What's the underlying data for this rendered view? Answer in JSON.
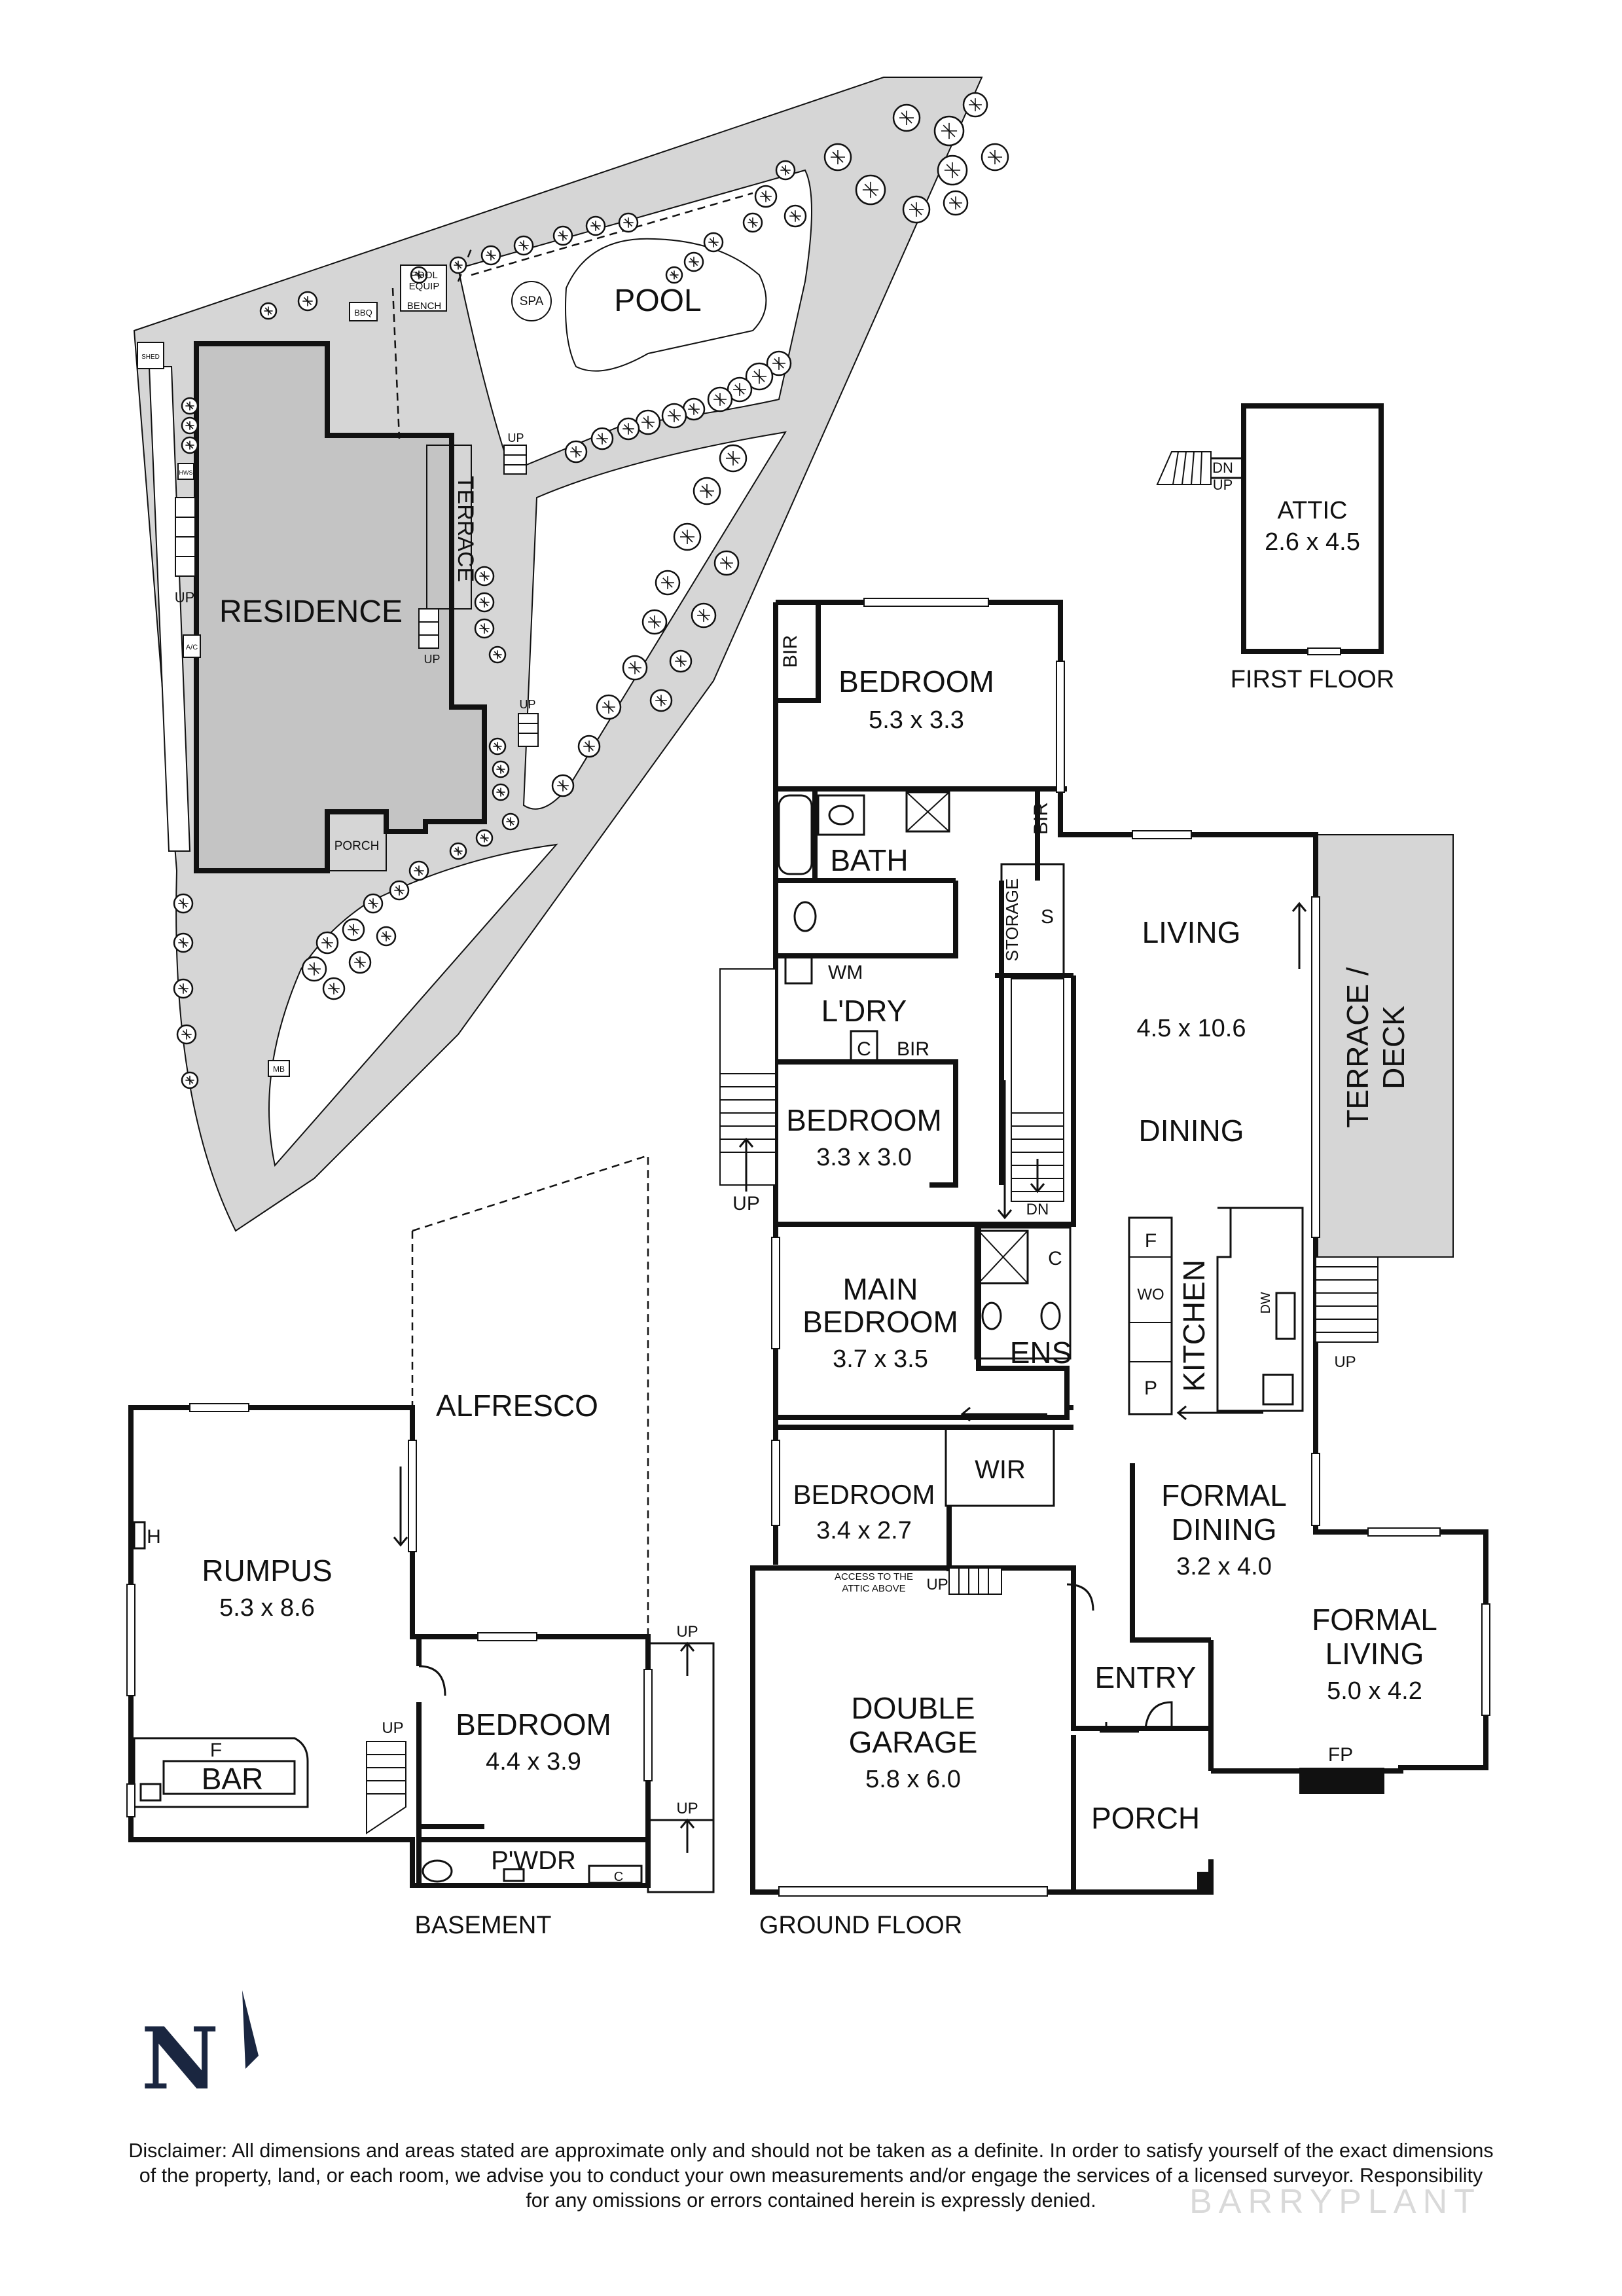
{
  "site": {
    "residence": "RESIDENCE",
    "pool": "POOL",
    "spa": "SPA",
    "terrace": "TERRACE",
    "porch": "PORCH",
    "pool_equip_1": "POOL",
    "pool_equip_2": "EQUIP",
    "bench": "BENCH",
    "bbq": "BBQ",
    "shed": "SHED",
    "ac": "A/C",
    "mb": "MB",
    "hws": "HWS",
    "up_labels": [
      "UP",
      "UP",
      "UP",
      "UP"
    ]
  },
  "first_floor": {
    "level": "FIRST FLOOR",
    "attic_name": "ATTIC",
    "attic_dims": "2.6 x 4.5",
    "dn": "DN",
    "up": "UP"
  },
  "ground_floor": {
    "level": "GROUND FLOOR",
    "bedroom1": {
      "name": "BEDROOM",
      "dims": "5.3 x 3.3"
    },
    "bir_a": "BIR",
    "bir_b": "BIR",
    "bath": "BATH",
    "storage": "STORAGE",
    "s": "S",
    "wm": "WM",
    "laundry": "L'DRY",
    "c_laundry": "C",
    "bir_laundry": "BIR",
    "bedroom2": {
      "name": "BEDROOM",
      "dims": "3.3 x 3.0"
    },
    "stair_up": "UP",
    "stair_dn": "DN",
    "living": "LIVING",
    "living_dims": "4.5 x 10.6",
    "dining": "DINING",
    "terrace_deck_1": "TERRACE /",
    "terrace_deck_2": "DECK",
    "main_bedroom_1": "MAIN",
    "main_bedroom_2": "BEDROOM",
    "main_bedroom_dims": "3.7 x 3.5",
    "c_ens": "C",
    "ens": "ENS",
    "kitchen": "KITCHEN",
    "kitchen_f": "F",
    "kitchen_wo": "WO",
    "kitchen_p": "P",
    "kitchen_dw": "DW",
    "deck_up": "UP",
    "wir": "WIR",
    "bedroom3": {
      "name": "BEDROOM",
      "dims": "3.4 x 2.7"
    },
    "formal_dining_1": "FORMAL",
    "formal_dining_2": "DINING",
    "formal_dining_dims": "3.2 x 4.0",
    "formal_living_1": "FORMAL",
    "formal_living_2": "LIVING",
    "formal_living_dims": "5.0 x 4.2",
    "fp": "FP",
    "attic_access_1": "ACCESS TO THE",
    "attic_access_2": "ATTIC ABOVE",
    "attic_up": "UP",
    "garage_1": "DOUBLE",
    "garage_2": "GARAGE",
    "garage_dims": "5.8 x 6.0",
    "entry": "ENTRY",
    "porch": "PORCH"
  },
  "basement": {
    "level": "BASEMENT",
    "alfresco": "ALFRESCO",
    "rumpus": "RUMPUS",
    "rumpus_dims": "5.3 x 8.6",
    "h": "H",
    "f": "F",
    "bar": "BAR",
    "bedroom": {
      "name": "BEDROOM",
      "dims": "4.4 x 3.9"
    },
    "powder": "P'WDR",
    "c": "C",
    "up_stair": "UP",
    "up_ext_1": "UP",
    "up_ext_2": "UP"
  },
  "north": "N",
  "disclaimer": {
    "line1": "Disclaimer: All dimensions and areas stated are approximate only and should not be taken as a definite. In order to satisfy yourself of the exact dimensions",
    "line2": "of the property, land, or each room, we advise you to conduct your own measurements and/or engage the services of a licensed surveyor. Responsibility",
    "line3": "for any omissions or errors contained herein is expressly denied."
  },
  "watermark": "BARRYPLANT"
}
